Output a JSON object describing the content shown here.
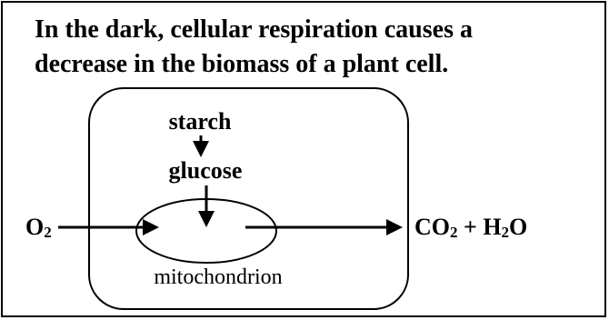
{
  "headline": {
    "line1": "In the dark, cellular respiration causes a",
    "line2": "decrease in the biomass of a plant cell."
  },
  "diagram": {
    "starch": "starch",
    "glucose": "glucose",
    "mitochondrion": "mitochondrion",
    "input": {
      "o": "O",
      "o_sub": "2"
    },
    "output": {
      "co": "CO",
      "co_sub": "2",
      "plus": " + H",
      "h_sub": "2",
      "o": "O"
    }
  },
  "colors": {
    "ink": "#000000",
    "background": "#ffffff"
  }
}
